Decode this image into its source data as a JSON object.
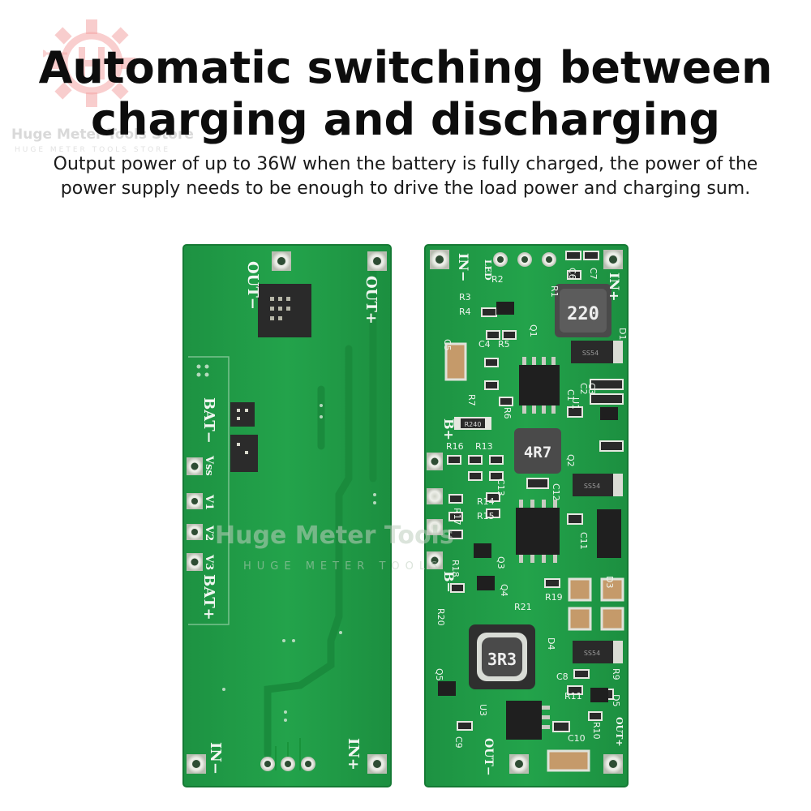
{
  "watermark": {
    "store_name": "Huge Meter Tools Store",
    "store_sub": "HUGE METER TOOLS STORE",
    "photo_watermark": "Huge Meter Tools",
    "photo_watermark_sub": "HUGE METER TOOLS"
  },
  "headline": {
    "line1": "Automatic switching between",
    "line2": "charging and discharging"
  },
  "description": "Output power of up to 36W when the battery is fully charged, the power of the power supply needs to be enough to drive the load power and charging sum.",
  "board_back": {
    "labels": {
      "out_minus": "OUT−",
      "out_plus": "OUT+",
      "bat_minus": "BAT−",
      "bat_plus": "BAT+",
      "vss": "Vss",
      "v1": "V1",
      "v2": "V2",
      "v3": "V3",
      "in_minus": "IN−",
      "in_plus": "IN+"
    }
  },
  "board_front": {
    "labels": {
      "in_minus": "IN−",
      "in_plus": "IN+",
      "led": "LED",
      "b_plus": "B+",
      "b_minus": "B−",
      "out_minus": "OUT−",
      "out_plus": "OUT+",
      "inductor_top": "220",
      "inductor_mid": "4R7",
      "inductor_bottom": "3R3",
      "r240": "R240",
      "ss54_a": "SS54",
      "ss54_b": "SS54",
      "ss54_c": "SS54"
    },
    "designators": [
      "R1",
      "R2",
      "R3",
      "R4",
      "C5",
      "C4",
      "R5",
      "Q1",
      "D1",
      "C1",
      "C2",
      "C3",
      "U1",
      "R7",
      "R6",
      "R16",
      "R13",
      "Q2",
      "C13",
      "C12",
      "R14",
      "R15",
      "R17",
      "C11",
      "R18",
      "Q3",
      "R19",
      "R21",
      "R20",
      "Q4",
      "D3",
      "D4",
      "Q5",
      "C8",
      "R9",
      "R11",
      "D5",
      "U3",
      "C9",
      "C10",
      "R10",
      "C6",
      "C7"
    ]
  },
  "colors": {
    "pcb_green": "#1f9a45",
    "pcb_dark": "#17863a",
    "silkscreen": "#f2f7f2",
    "pad": "#e9ece4",
    "chip": "#1a1a1a",
    "logo_red": "#e9484a"
  }
}
